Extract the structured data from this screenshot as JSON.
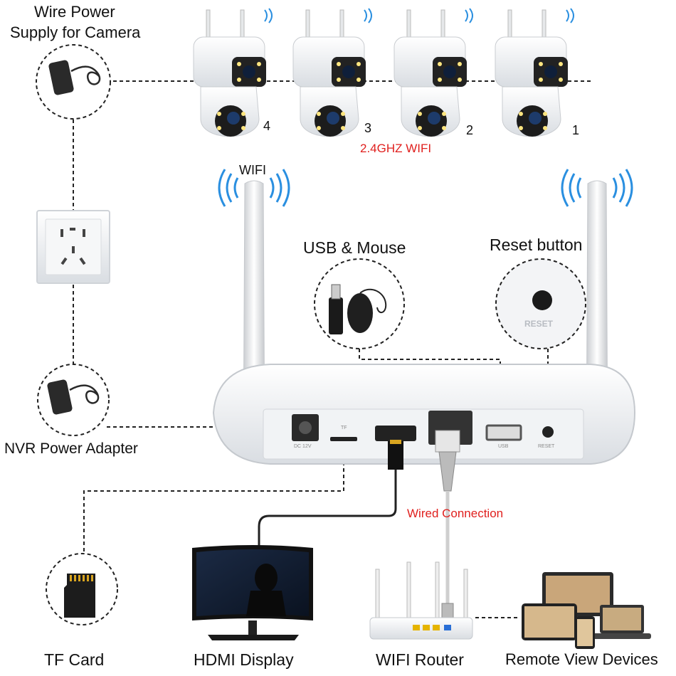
{
  "labels": {
    "wire_power_line1": "Wire Power",
    "wire_power_line2": "Supply for Camera",
    "wifi": "WIFI",
    "wifi_band": "2.4GHZ WIFI",
    "usb_mouse": "USB & Mouse",
    "reset_button": "Reset button",
    "reset_text": "RESET",
    "nvr_power_adapter": "NVR Power Adapter",
    "wired_connection": "Wired Connection",
    "tf_card": "TF Card",
    "hdmi_display": "HDMI Display",
    "wifi_router": "WIFI Router",
    "remote_view_devices": "Remote View Devices"
  },
  "ports": {
    "dc": "DC 12V",
    "tf": "TF",
    "usb": "USB",
    "reset": "RESET"
  },
  "cameras": [
    {
      "number": "4"
    },
    {
      "number": "3"
    },
    {
      "number": "2"
    },
    {
      "number": "1"
    }
  ],
  "colors": {
    "accent_red": "#e0201e",
    "wifi_blue": "#2a8fe0",
    "line": "#222222"
  },
  "icons": [
    "power-adapter-icon",
    "wall-socket-icon",
    "camera-icon",
    "wifi-signal-icon",
    "usb-stick-icon",
    "mouse-icon",
    "reset-button-icon",
    "nvr-icon",
    "tf-card-icon",
    "monitor-icon",
    "router-icon",
    "devices-icon"
  ]
}
